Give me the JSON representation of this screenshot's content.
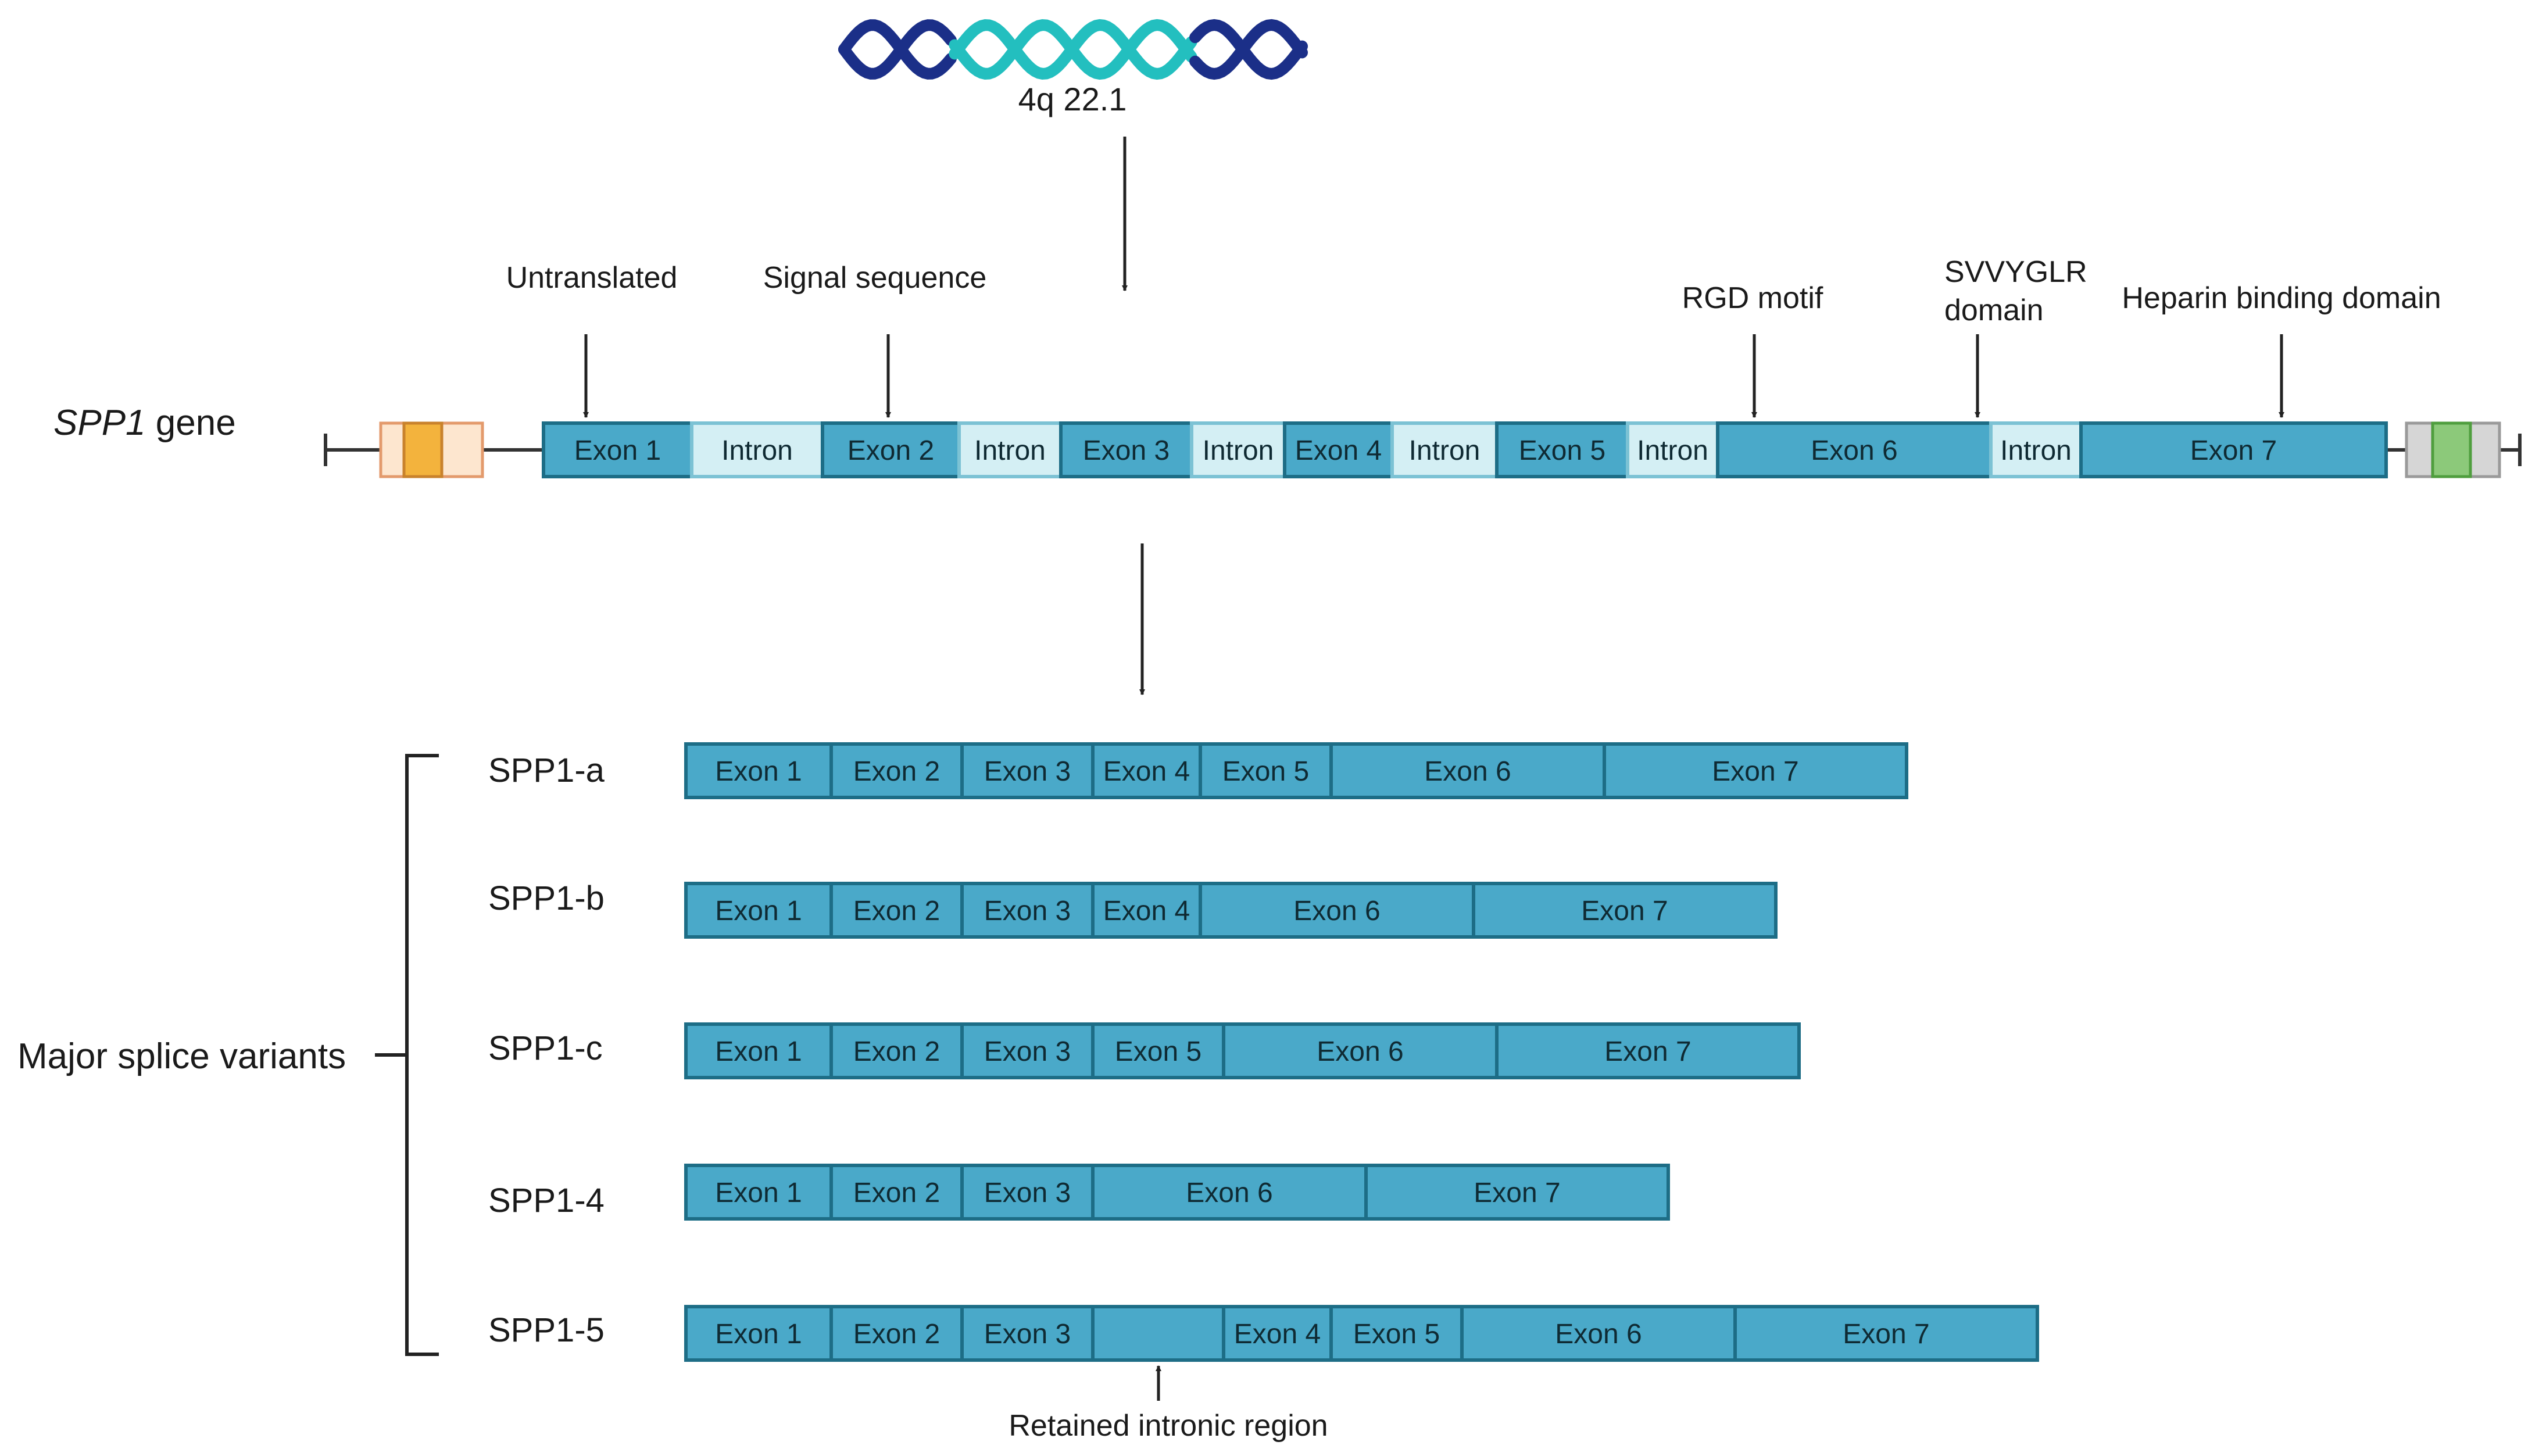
{
  "chromosome_label": "4q 22.1",
  "gene": {
    "name": "SPP1",
    "suffix": " gene"
  },
  "gene_segments": [
    {
      "type": "exon",
      "label": "Exon 1"
    },
    {
      "type": "intron",
      "label": "Intron"
    },
    {
      "type": "exon",
      "label": "Exon 2"
    },
    {
      "type": "intron",
      "label": "Intron"
    },
    {
      "type": "exon",
      "label": "Exon 3"
    },
    {
      "type": "intron",
      "label": "Intron"
    },
    {
      "type": "exon",
      "label": "Exon 4"
    },
    {
      "type": "intron",
      "label": "Intron"
    },
    {
      "type": "exon",
      "label": "Exon 5"
    },
    {
      "type": "intron",
      "label": "Intron"
    },
    {
      "type": "exon",
      "label": "Exon 6"
    },
    {
      "type": "intron",
      "label": "Intron"
    },
    {
      "type": "exon",
      "label": "Exon 7"
    }
  ],
  "annotations": [
    {
      "lines": [
        "Untranslated"
      ],
      "target": "Exon 1"
    },
    {
      "lines": [
        "Signal sequence"
      ],
      "target": "Exon 2"
    },
    {
      "lines": [
        "RGD motif"
      ],
      "target": "Exon 6"
    },
    {
      "lines": [
        "SVVYGLR",
        "domain"
      ],
      "target": "Exon 6"
    },
    {
      "lines": [
        "Heparin binding domain"
      ],
      "target": "Exon 7"
    }
  ],
  "group_label": "Major splice variants",
  "variants": [
    {
      "name": "SPP1-a",
      "exons": [
        "Exon 1",
        "Exon 2",
        "Exon 3",
        "Exon 4",
        "Exon 5",
        "Exon 6",
        "Exon 7"
      ]
    },
    {
      "name": "SPP1-b",
      "exons": [
        "Exon 1",
        "Exon 2",
        "Exon 3",
        "Exon 4",
        "Exon 6",
        "Exon 7"
      ]
    },
    {
      "name": "SPP1-c",
      "exons": [
        "Exon 1",
        "Exon 2",
        "Exon 3",
        "Exon 5",
        "Exon 6",
        "Exon 7"
      ]
    },
    {
      "name": "SPP1-4",
      "exons": [
        "Exon 1",
        "Exon 2",
        "Exon 3",
        "Exon 6",
        "Exon 7"
      ]
    },
    {
      "name": "SPP1-5",
      "exons": [
        "Exon 1",
        "Exon 2",
        "Exon 3",
        "",
        "Exon 4",
        "Exon 5",
        "Exon 6",
        "Exon 7"
      ]
    }
  ],
  "retained_label": "Retained intronic region",
  "colors": {
    "exon_fill": "#4aa9c9",
    "exon_stroke": "#1d6d86",
    "intron_fill": "#d4eff4",
    "intron_stroke": "#7cc2d4",
    "utr5_light": "#fde6cf",
    "utr5_dark": "#f3b33d",
    "utr5_stroke": "#e39a6c",
    "utr3_light": "#d6d6d6",
    "utr3_dark": "#8cc97a",
    "utr3_stroke": "#9a9a9a",
    "helix_dark": "#1b2f88",
    "helix_teal": "#23bfbf",
    "line": "#333333"
  },
  "icons": [
    "dna-helix-icon"
  ]
}
